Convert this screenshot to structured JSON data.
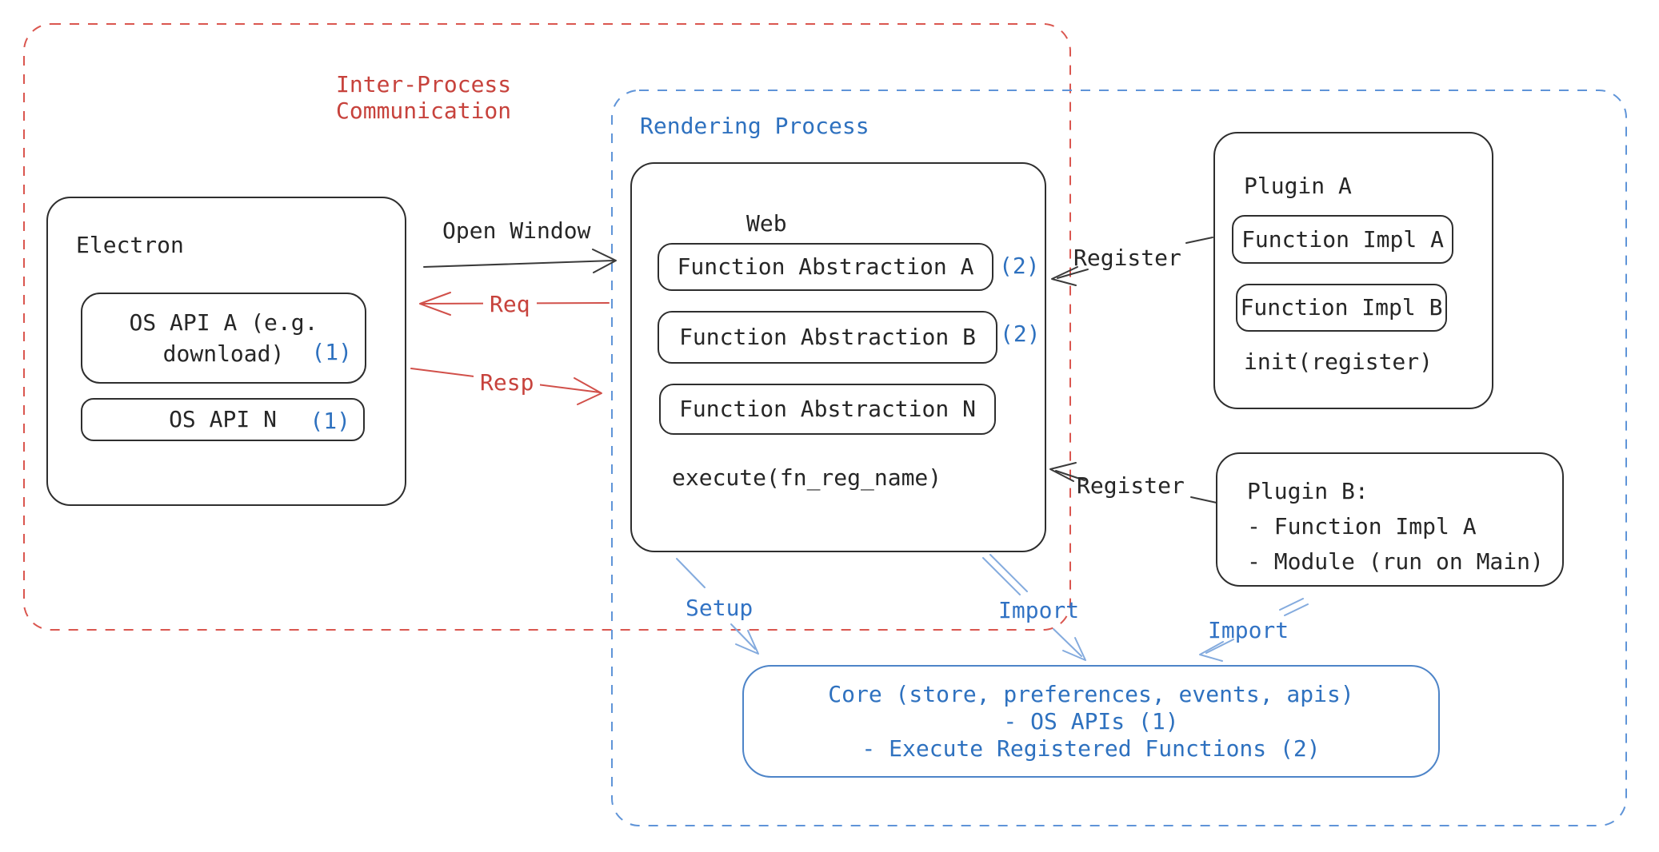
{
  "regions": {
    "ipc": {
      "label_line1": "Inter-Process",
      "label_line2": "Communication"
    },
    "rendering": {
      "label": "Rendering Process"
    }
  },
  "electron": {
    "title": "Electron",
    "os_api_a_line1": "OS API A (e.g.",
    "os_api_a_line2": "download)",
    "os_api_a_badge": "(1)",
    "os_api_n_label": "OS API N",
    "os_api_n_badge": "(1)"
  },
  "web": {
    "title": "Web",
    "fa_a_label": "Function Abstraction A",
    "fa_a_badge": "(2)",
    "fa_b_label": "Function Abstraction B",
    "fa_b_badge": "(2)",
    "fa_n_label": "Function Abstraction N",
    "execute_label": "execute(fn_reg_name)"
  },
  "plugin_a": {
    "title": "Plugin A",
    "impl_a": "Function Impl A",
    "impl_b": "Function Impl B",
    "init_label": "init(register)"
  },
  "plugin_b": {
    "line1": "Plugin B:",
    "line2": "- Function Impl A",
    "line3": "- Module (run on Main)"
  },
  "core": {
    "line1": "Core (store, preferences, events, apis)",
    "line2": "- OS APIs (1)",
    "line3": "- Execute Registered Functions (2)"
  },
  "labels": {
    "open_window": "Open Window",
    "req": "Req",
    "resp": "Resp",
    "register_top": "Register",
    "register_bottom": "Register",
    "setup": "Setup",
    "import_web": "Import",
    "import_plugin": "Import"
  },
  "colors": {
    "red_text": "#c7423c",
    "red_stroke": "#d1504a",
    "blue_text": "#2e71bf",
    "blue_dash": "#5f94d8",
    "arrow_blue": "#84abde",
    "ink": "#2e2e2e"
  }
}
